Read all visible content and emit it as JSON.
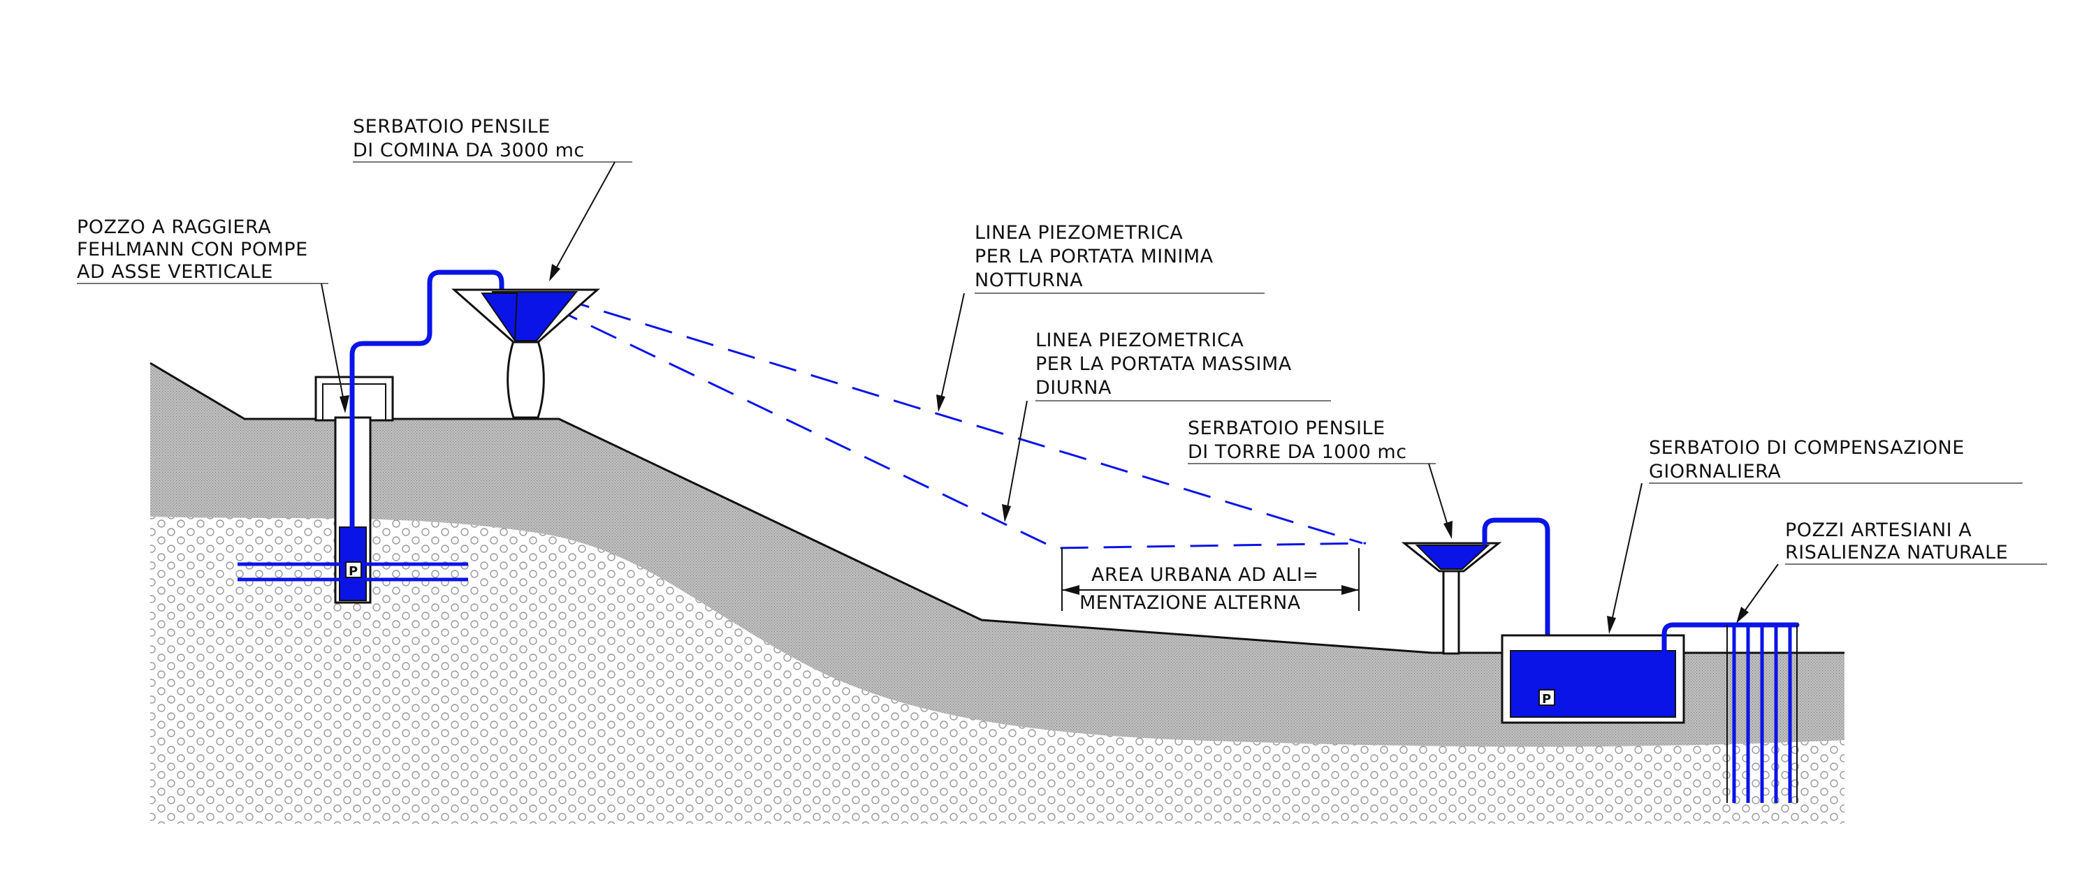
{
  "colors": {
    "water": "#0a14e6",
    "ground": "#b8b8b8",
    "line": "#111111",
    "gravel": "#c8c8c8"
  },
  "labels": {
    "pozzo_raggiera": [
      "POZZO A RAGGIERA",
      "FEHLMANN CON POMPE",
      "AD ASSE VERTICALE"
    ],
    "serbatoio_comina": [
      "SERBATOIO PENSILE",
      "DI COMINA DA 3000 mc"
    ],
    "piezo_minima": [
      "LINEA PIEZOMETRICA",
      "PER LA PORTATA MINIMA",
      "NOTTURNA"
    ],
    "piezo_massima": [
      "LINEA PIEZOMETRICA",
      "PER LA PORTATA MASSIMA",
      "DIURNA"
    ],
    "serbatoio_torre": [
      "SERBATOIO PENSILE",
      "DI TORRE DA 1000 mc"
    ],
    "serbatoio_compensazione": [
      "SERBATOIO DI COMPENSAZIONE",
      "GIORNALIERA"
    ],
    "pozzi_artesiani": [
      "POZZI ARTESIANI A",
      "RISALIENZA NATURALE"
    ],
    "area_urbana": [
      "AREA URBANA AD ALI=",
      "MENTAZIONE ALTERNA"
    ],
    "pump_mark": "P"
  }
}
